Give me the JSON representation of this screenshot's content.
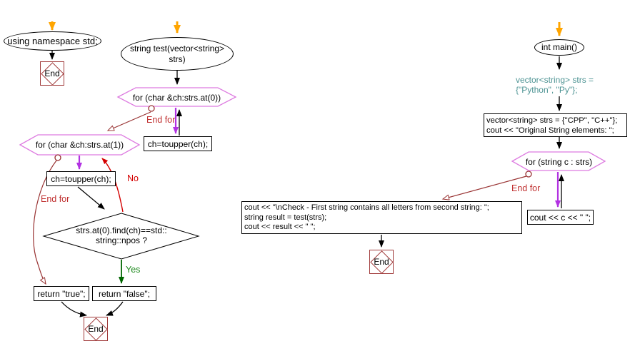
{
  "left_flow": {
    "start": "using namespace std;",
    "end": "End"
  },
  "test_flow": {
    "title_line1": "string test(vector<string>",
    "title_line2": "strs)",
    "loop1": "for (char &ch:strs.at(0))",
    "loop1_body": "ch=toupper(ch);",
    "loop1_exit_label": "End for",
    "loop2": "for (char &ch:strs.at(1))",
    "loop2_body": "ch=toupper(ch);",
    "loop2_exit_label": "End for",
    "condition_line1": "strs.at(0).find(ch)==std::",
    "condition_line2": "string::npos ?",
    "no_label": "No",
    "yes_label": "Yes",
    "return_true": "return \"true\";",
    "return_false": "return \"false\";",
    "end": "End"
  },
  "main_flow": {
    "title": "int main()",
    "comment_line1": "vector<string> strs =",
    "comment_line2": "{\"Python\", \"Py\"};",
    "init_line1": "vector<string> strs = {\"CPP\", \"C++\"};",
    "init_line2": "cout << \"Original String elements: \";",
    "loop": "for (string c : strs)",
    "loop_exit_label": "End for",
    "loop_body": "cout << c << \" \";",
    "output_line1": "cout << \"\\nCheck - First string contains all letters from second string: \";",
    "output_line2": "string result = test(strs);",
    "output_line3": "cout << result << \" \";",
    "end": "End"
  },
  "colors": {
    "start_orange": "#FFA500",
    "flow_black": "#000000",
    "loop_violet": "#DD7BE0",
    "loop_arrow_violet": "#B232E2",
    "loop_exit_red": "#993333",
    "label_red": "#C03030",
    "no_red": "#D40000",
    "yes_green": "#1F8A1F",
    "green_arrow": "#006600",
    "comment_teal": "#4E9494",
    "terminal_red": "#A03A3A"
  }
}
